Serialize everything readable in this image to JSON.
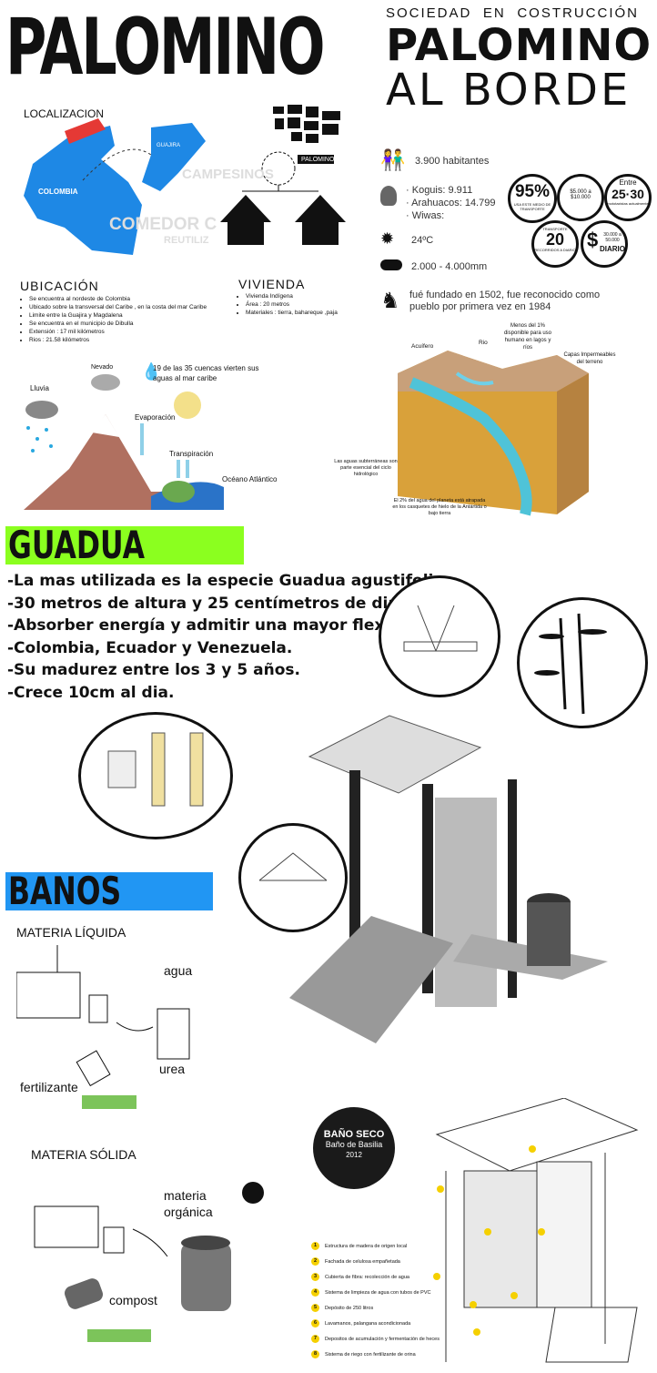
{
  "header": {
    "main_title": "PALOMINO",
    "sub_words": [
      "SOCIEDAD",
      "EN",
      "COSTRUCCIÓN"
    ],
    "line2": "PALOMINO",
    "line3": "AL BORDE"
  },
  "map": {
    "localizacion_label": "LOCALIZACION",
    "colombia_label": "COLOMBIA",
    "guajira_label": "GUAJIRA",
    "palomino_label": "PALOMINO"
  },
  "watermark_words": [
    "CAMPESINOS",
    "COMEDOR C",
    "REUTILIZ"
  ],
  "ubicacion": {
    "title": "UBICACIÓN",
    "items": [
      "Se encuentra al nordeste de Colombia",
      "Ubicado sobre la transversal del Caribe , en la costa del mar Caribe",
      "Limite entre la Guajira y Magdalena",
      "Se encuentra en el municipio de Dibulla",
      "Extensión : 17 mil kilómetros",
      "Rios : 21.58 kilómetros"
    ]
  },
  "vivienda": {
    "title": "VIVIENDA",
    "items": [
      "Vivienda Indígena",
      "Área : 20 metros",
      "Materiales : tierra, bahareque ,paja"
    ]
  },
  "stats": {
    "habitantes": "3.900 habitantes",
    "kogiis": "Koguis: 9.911",
    "arahuacos": "Arahuacos: 14.799",
    "wiwas": "Wiwas:",
    "temp": "24ºC",
    "rain": "2.000 - 4.000mm",
    "founded": "fué fundado en 1502, fue reconocido como pueblo por primera vez en 1984"
  },
  "badges": {
    "b1_big": "95%",
    "b1_small": "USA ESTE MEDIO DE TRANSPORTE",
    "b2_text": "$5.000 a $10.000",
    "b3_top": "Entre",
    "b3_big": "25·30",
    "b3_small": "mototaxistas actualmente",
    "b4_small": "TRANSPORTE",
    "b4_big": "20",
    "b4_small2": "RECORRIDOS A DIARIO",
    "b5_dollar": "$",
    "b5_text1": "30.000 a 50.000",
    "b5_text2": "DIARIO"
  },
  "water": {
    "cuencas": "19 de las 35 cuencas vierten sus aguas al mar caribe",
    "nevado": "Nevado",
    "lluvia": "Lluvia",
    "evaporacion": "Evaporación",
    "transpiracion": "Transpiración",
    "oceano": "Océano Atlántico",
    "acuifero": "Acuífero",
    "rio": "Rio",
    "menos": "Menos del 1% disponible para uso humano en lagos y ríos",
    "capas": "Capas Impermeables del terreno",
    "subterraneas": "Las aguas subterráneas son parte esencial del ciclo hidrológico",
    "dos_porciento": "El 2% del agua del planeta está atrapada en los casquetes de hielo de la Antártida o bajo tierra"
  },
  "guadua": {
    "title": "GUADUA",
    "lines": [
      "-La mas utilizada es la especie Guadua agustifolia .",
      "-30 metros de altura y 25 centímetros de diámetro.",
      "-Absorber energía y admitir una mayor flexión.",
      "-Colombia, Ecuador y Venezuela.",
      "-Su madurez entre los 3 y 5 años.",
      "-Crece 10cm al dia."
    ]
  },
  "banos": {
    "title": "BANOS",
    "liquida": "MATERIA LÍQUIDA",
    "agua": "agua",
    "urea": "urea",
    "fertilizante": "fertilizante",
    "solida": "MATERIA SÓLIDA",
    "materia_organica": "materia orgánica",
    "compost": "compost"
  },
  "bano_seco": {
    "title": "BAÑO SECO",
    "subtitle": "Baño de Basilia",
    "year": "2012",
    "legend": [
      "Estructura de madera de origen local",
      "Fachada de celulosa empañetada",
      "Cubierta de fibra: recolección de agua",
      "Sistema de limpieza de agua con tubos de PVC",
      "Depósito de 250 litros",
      "Lavamanos, palangana acondicionada",
      "Depositos de acumulación y fermentación de heces",
      "Sistema de riego con fertilizante de orina"
    ]
  },
  "colors": {
    "map_blue": "#1e88e5",
    "map_red": "#e53935",
    "guadua_green": "#8bff1f",
    "banos_blue": "#2196f3",
    "legend_yellow": "#f5d000",
    "terrain_orange": "#d9a13a"
  }
}
